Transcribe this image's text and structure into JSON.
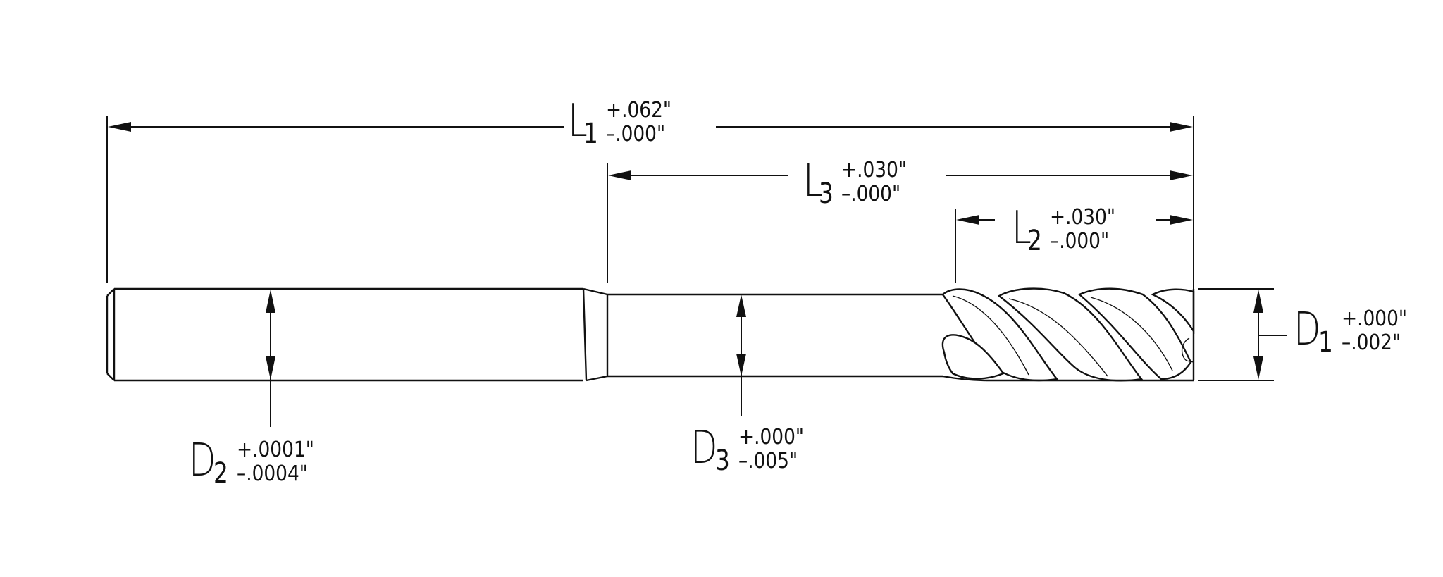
{
  "dimensions": {
    "L1": {
      "symbol": "L",
      "subscript": "1",
      "tol_plus": "+.062\"",
      "tol_minus": "–.000\""
    },
    "L3": {
      "symbol": "L",
      "subscript": "3",
      "tol_plus": "+.030\"",
      "tol_minus": "–.000\""
    },
    "L2": {
      "symbol": "L",
      "subscript": "2",
      "tol_plus": "+.030\"",
      "tol_minus": "–.000\""
    },
    "D1": {
      "symbol": "D",
      "subscript": "1",
      "tol_plus": "+.000\"",
      "tol_minus": "–.002\""
    },
    "D2": {
      "symbol": "D",
      "subscript": "2",
      "tol_plus": "+.0001\"",
      "tol_minus": "–.0004\""
    },
    "D3": {
      "symbol": "D",
      "subscript": "3",
      "tol_plus": "+.000\"",
      "tol_minus": "–.005\""
    }
  }
}
